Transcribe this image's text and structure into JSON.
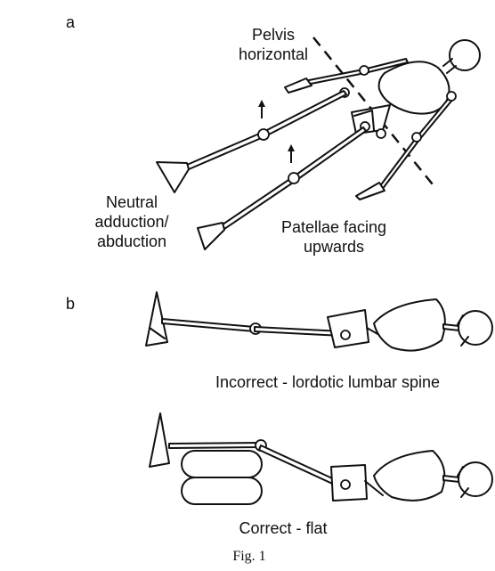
{
  "figure": {
    "panel_a": {
      "letter": "a",
      "pelvis_label": [
        "Pelvis",
        "horizontal"
      ],
      "adduction_label": [
        "Neutral",
        "adduction/",
        "abduction"
      ],
      "patellae_label": [
        "Patellae facing",
        "upwards"
      ]
    },
    "panel_b": {
      "letter": "b",
      "incorrect_caption": "Incorrect - lordotic lumbar spine",
      "correct_caption": "Correct - flat"
    },
    "caption": "Fig. 1"
  }
}
